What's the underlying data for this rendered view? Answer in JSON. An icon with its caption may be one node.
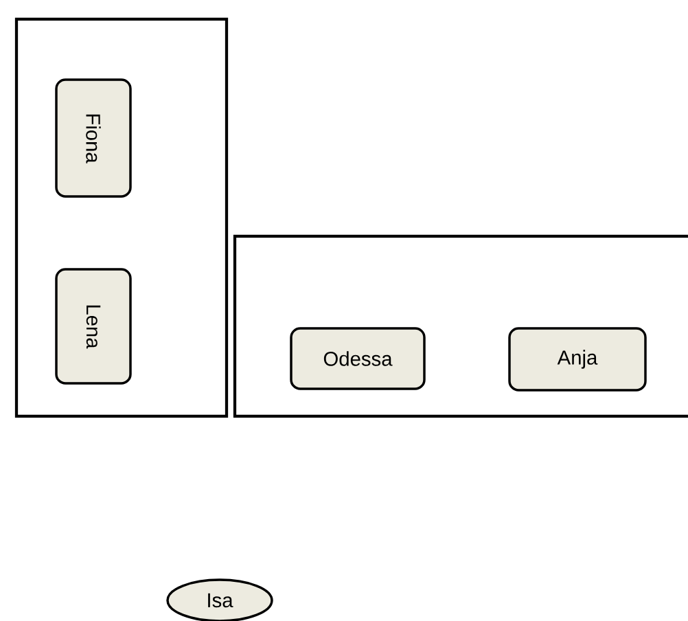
{
  "diagram": {
    "nodes": [
      {
        "text": [],
        "shape": "box"
      },
      {
        "text": [
          "Fiona"
        ],
        "in": 0
      },
      {
        "text": [
          "Lena"
        ],
        "in": 0
      },
      {
        "text": [],
        "shape": "box"
      },
      {
        "text": [
          "Odessa"
        ],
        "in": 3
      },
      {
        "text": [
          "Anja"
        ],
        "in": 3
      },
      {
        "text": [
          "Isa"
        ]
      }
    ]
  }
}
